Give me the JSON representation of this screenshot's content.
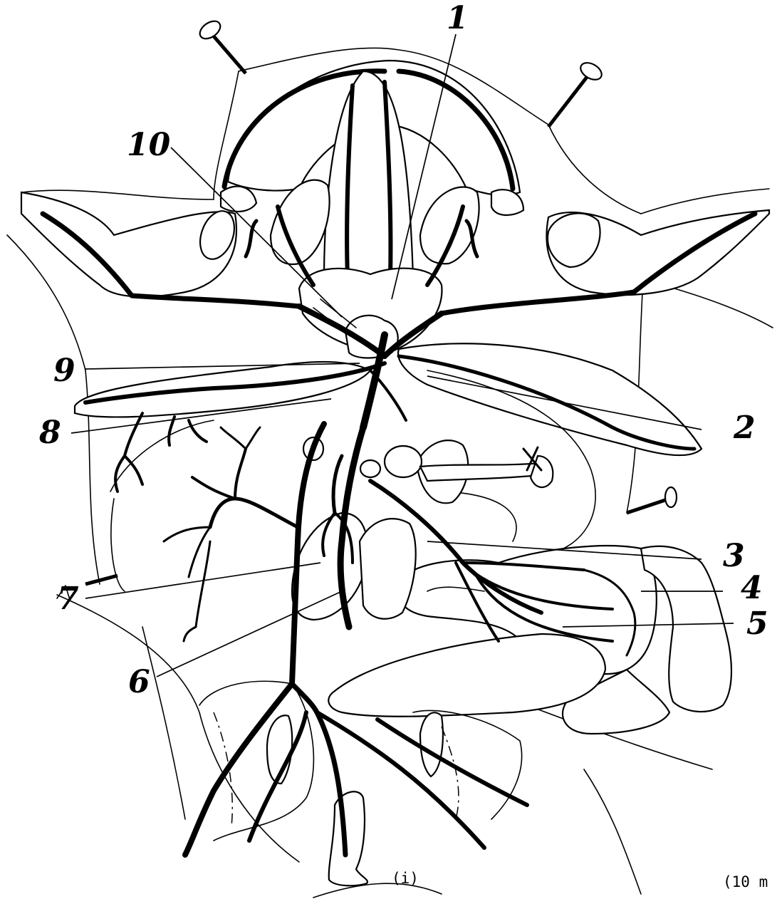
{
  "labels": [
    {
      "id": "1",
      "text": "1"
    },
    {
      "id": "2",
      "text": "2"
    },
    {
      "id": "3",
      "text": "3"
    },
    {
      "id": "4",
      "text": "4"
    },
    {
      "id": "5",
      "text": "5"
    },
    {
      "id": "6",
      "text": "6"
    },
    {
      "id": "7",
      "text": "7"
    },
    {
      "id": "8",
      "text": "8"
    },
    {
      "id": "9",
      "text": "9"
    },
    {
      "id": "10",
      "text": "10"
    }
  ],
  "caption": "(i)",
  "marks_note": "(10 m"
}
